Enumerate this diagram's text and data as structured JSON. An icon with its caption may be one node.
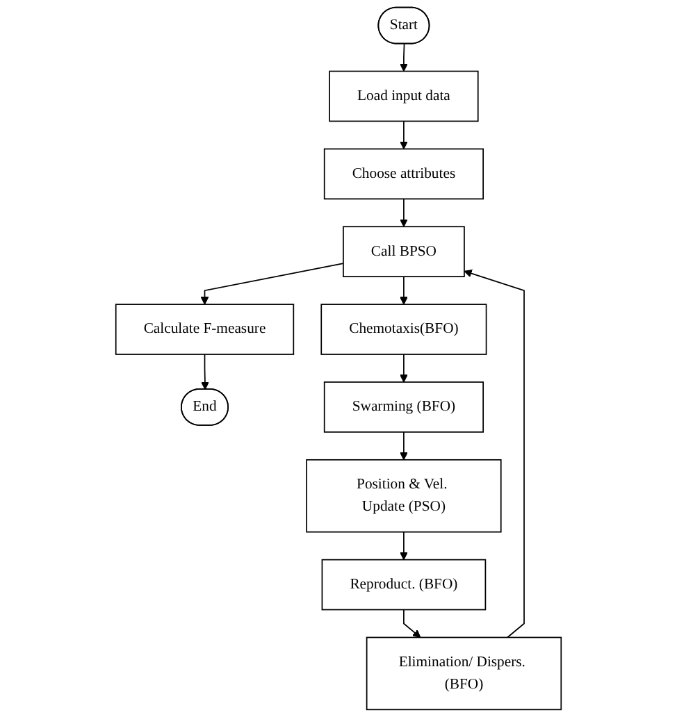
{
  "diagram": {
    "nodes": [
      {
        "text": [
          "Start"
        ]
      },
      {
        "text": [
          "Load input data"
        ]
      },
      {
        "text": [
          "Choose attributes"
        ]
      },
      {
        "text": [
          "Call BPSO"
        ]
      },
      {
        "text": [
          "Calculate F-measure"
        ]
      },
      {
        "text": [
          "End"
        ]
      },
      {
        "text": [
          "Chemotaxis(BFO)"
        ]
      },
      {
        "text": [
          "Swarming (BFO)"
        ]
      },
      {
        "text": [
          "Position & Vel. Update (PSO)"
        ]
      },
      {
        "text": [
          "Reproduct. (BFO)"
        ]
      },
      {
        "text": [
          "Elimination/ Dispers. (BFO)"
        ]
      }
    ],
    "edges": [
      {
        "from": 0,
        "to": 1,
        "arrow": "to"
      },
      {
        "from": 1,
        "to": 2,
        "arrow": "to"
      },
      {
        "from": 2,
        "to": 3,
        "arrow": "to"
      },
      {
        "from": 3,
        "to": 4,
        "arrow": "to"
      },
      {
        "from": 4,
        "to": 5,
        "arrow": "to"
      },
      {
        "from": 3,
        "to": 6,
        "arrow": "to"
      },
      {
        "from": 6,
        "to": 7,
        "arrow": "to"
      },
      {
        "from": 7,
        "to": 8,
        "arrow": "to"
      },
      {
        "from": 8,
        "to": 9,
        "arrow": "to"
      },
      {
        "from": 9,
        "to": 10,
        "arrow": "to"
      },
      {
        "from": 10,
        "to": 3,
        "arrow": "to"
      }
    ]
  }
}
